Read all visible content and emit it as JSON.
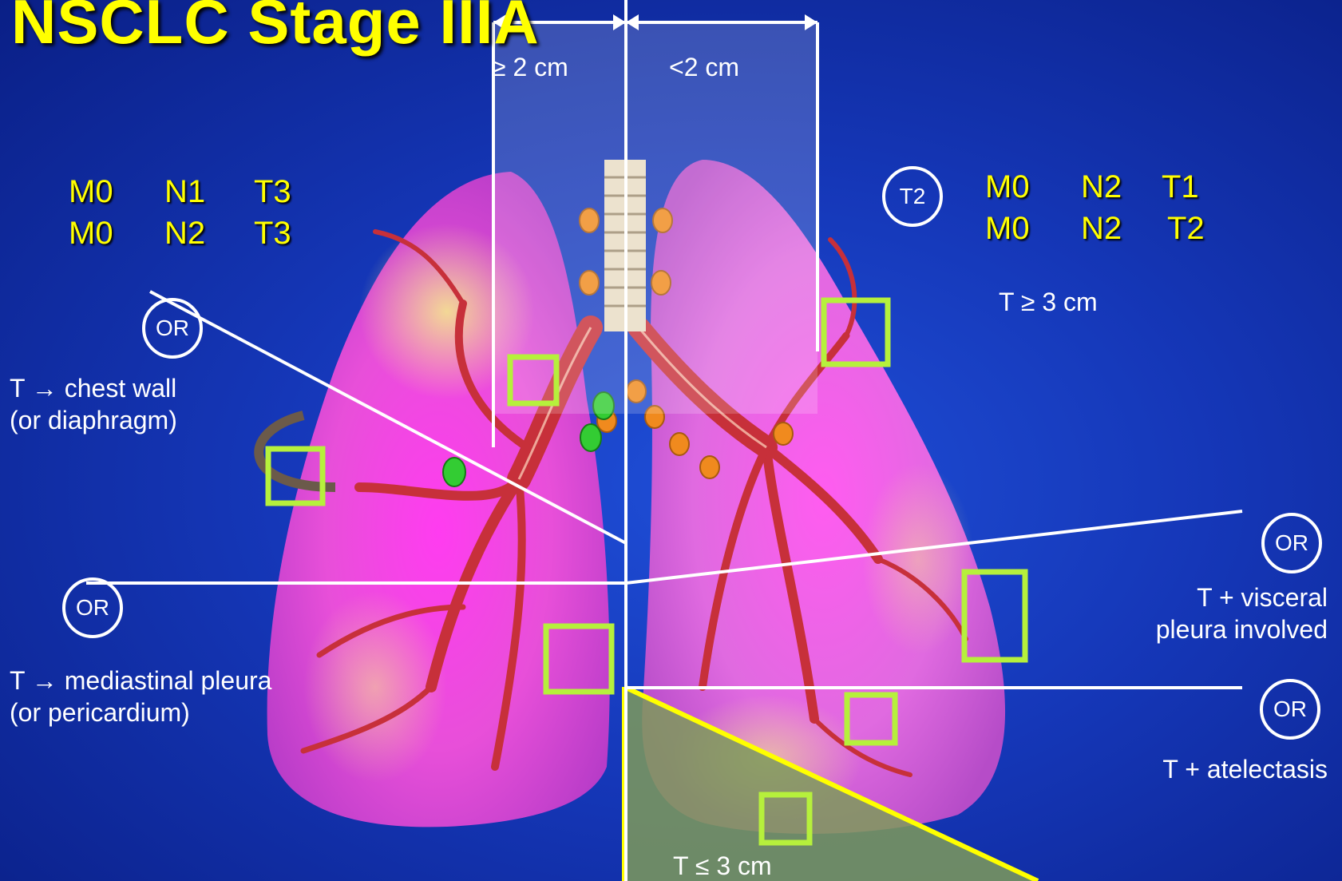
{
  "title": "NSCLC Stage IIIA",
  "measure": {
    "left_width": "≥ 2 cm",
    "right_width": "<2 cm",
    "bottom": "T ≤ 3 cm",
    "t_size": "T ≥ 3 cm"
  },
  "left_staging": {
    "rows": [
      {
        "m": "M0",
        "n": "N1",
        "t": "T3"
      },
      {
        "m": "M0",
        "n": "N2",
        "t": "T3"
      }
    ]
  },
  "right_staging": {
    "badge": "T2",
    "rows": [
      {
        "m": "M0",
        "n": "N2",
        "t": "T1"
      },
      {
        "m": "M0",
        "n": "N2",
        "t": "T2"
      }
    ]
  },
  "or_label": "OR",
  "annotations": {
    "chest_wall": [
      "T → chest wall",
      "(or diaphragm)"
    ],
    "mediastinal": [
      "T → mediastinal pleura",
      "(or pericardium)"
    ],
    "visceral": [
      "T + visceral",
      "pleura involved"
    ],
    "atelectasis": "T + atelectasis"
  },
  "colors": {
    "background": "#1537b8",
    "accent_text": "#ffff00",
    "lung": "#e84fd9",
    "tumor_box": "#b6f03c",
    "lymph_node": "#f08a1e",
    "nodule": "#33cc33"
  }
}
